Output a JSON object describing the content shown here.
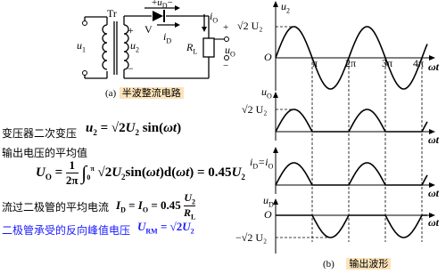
{
  "circuit": {
    "tr_label": "Tr",
    "u1_label": "u",
    "u1_sub": "1",
    "u2_label": "u",
    "u2_sub": "2",
    "ud_label": "u",
    "ud_sub": "D",
    "v_label": "V",
    "id_label": "i",
    "id_sub": "D",
    "io_label": "i",
    "io_sub": "O",
    "rl_label": "R",
    "rl_sub": "L",
    "uo_label": "u",
    "uo_sub": "O",
    "plus": "+",
    "minus": "−",
    "caption_tag": "(a)",
    "caption_text": "半波整流电路"
  },
  "waveforms": {
    "caption_tag": "(b)",
    "caption_text": "输出波形",
    "origin": "O",
    "wt": "ωt",
    "ticks": [
      "π",
      "2π",
      "3π",
      "4π"
    ],
    "panel1": {
      "ylabel": "u",
      "ysub": "2",
      "amp_label": "√2 U₂"
    },
    "panel2": {
      "ylabel": "u",
      "ysub": "O",
      "amp_label": "√2 U₂"
    },
    "panel3": {
      "ylabel": "i",
      "ysub": "D",
      "ylabel_suffix": "=i",
      "ysub2": "O"
    },
    "panel4": {
      "ylabel": "u",
      "ysub": "D",
      "amp_label": "−√2 U₂"
    }
  },
  "formulas": {
    "line1_cn": "变压器二次变压",
    "line2_cn": "输出电压的平均值",
    "line3_cn": "流过二极管的平均电流",
    "line4_cn": "二极管承受的反向峰值电压",
    "line4_color": "#1a1aff"
  }
}
